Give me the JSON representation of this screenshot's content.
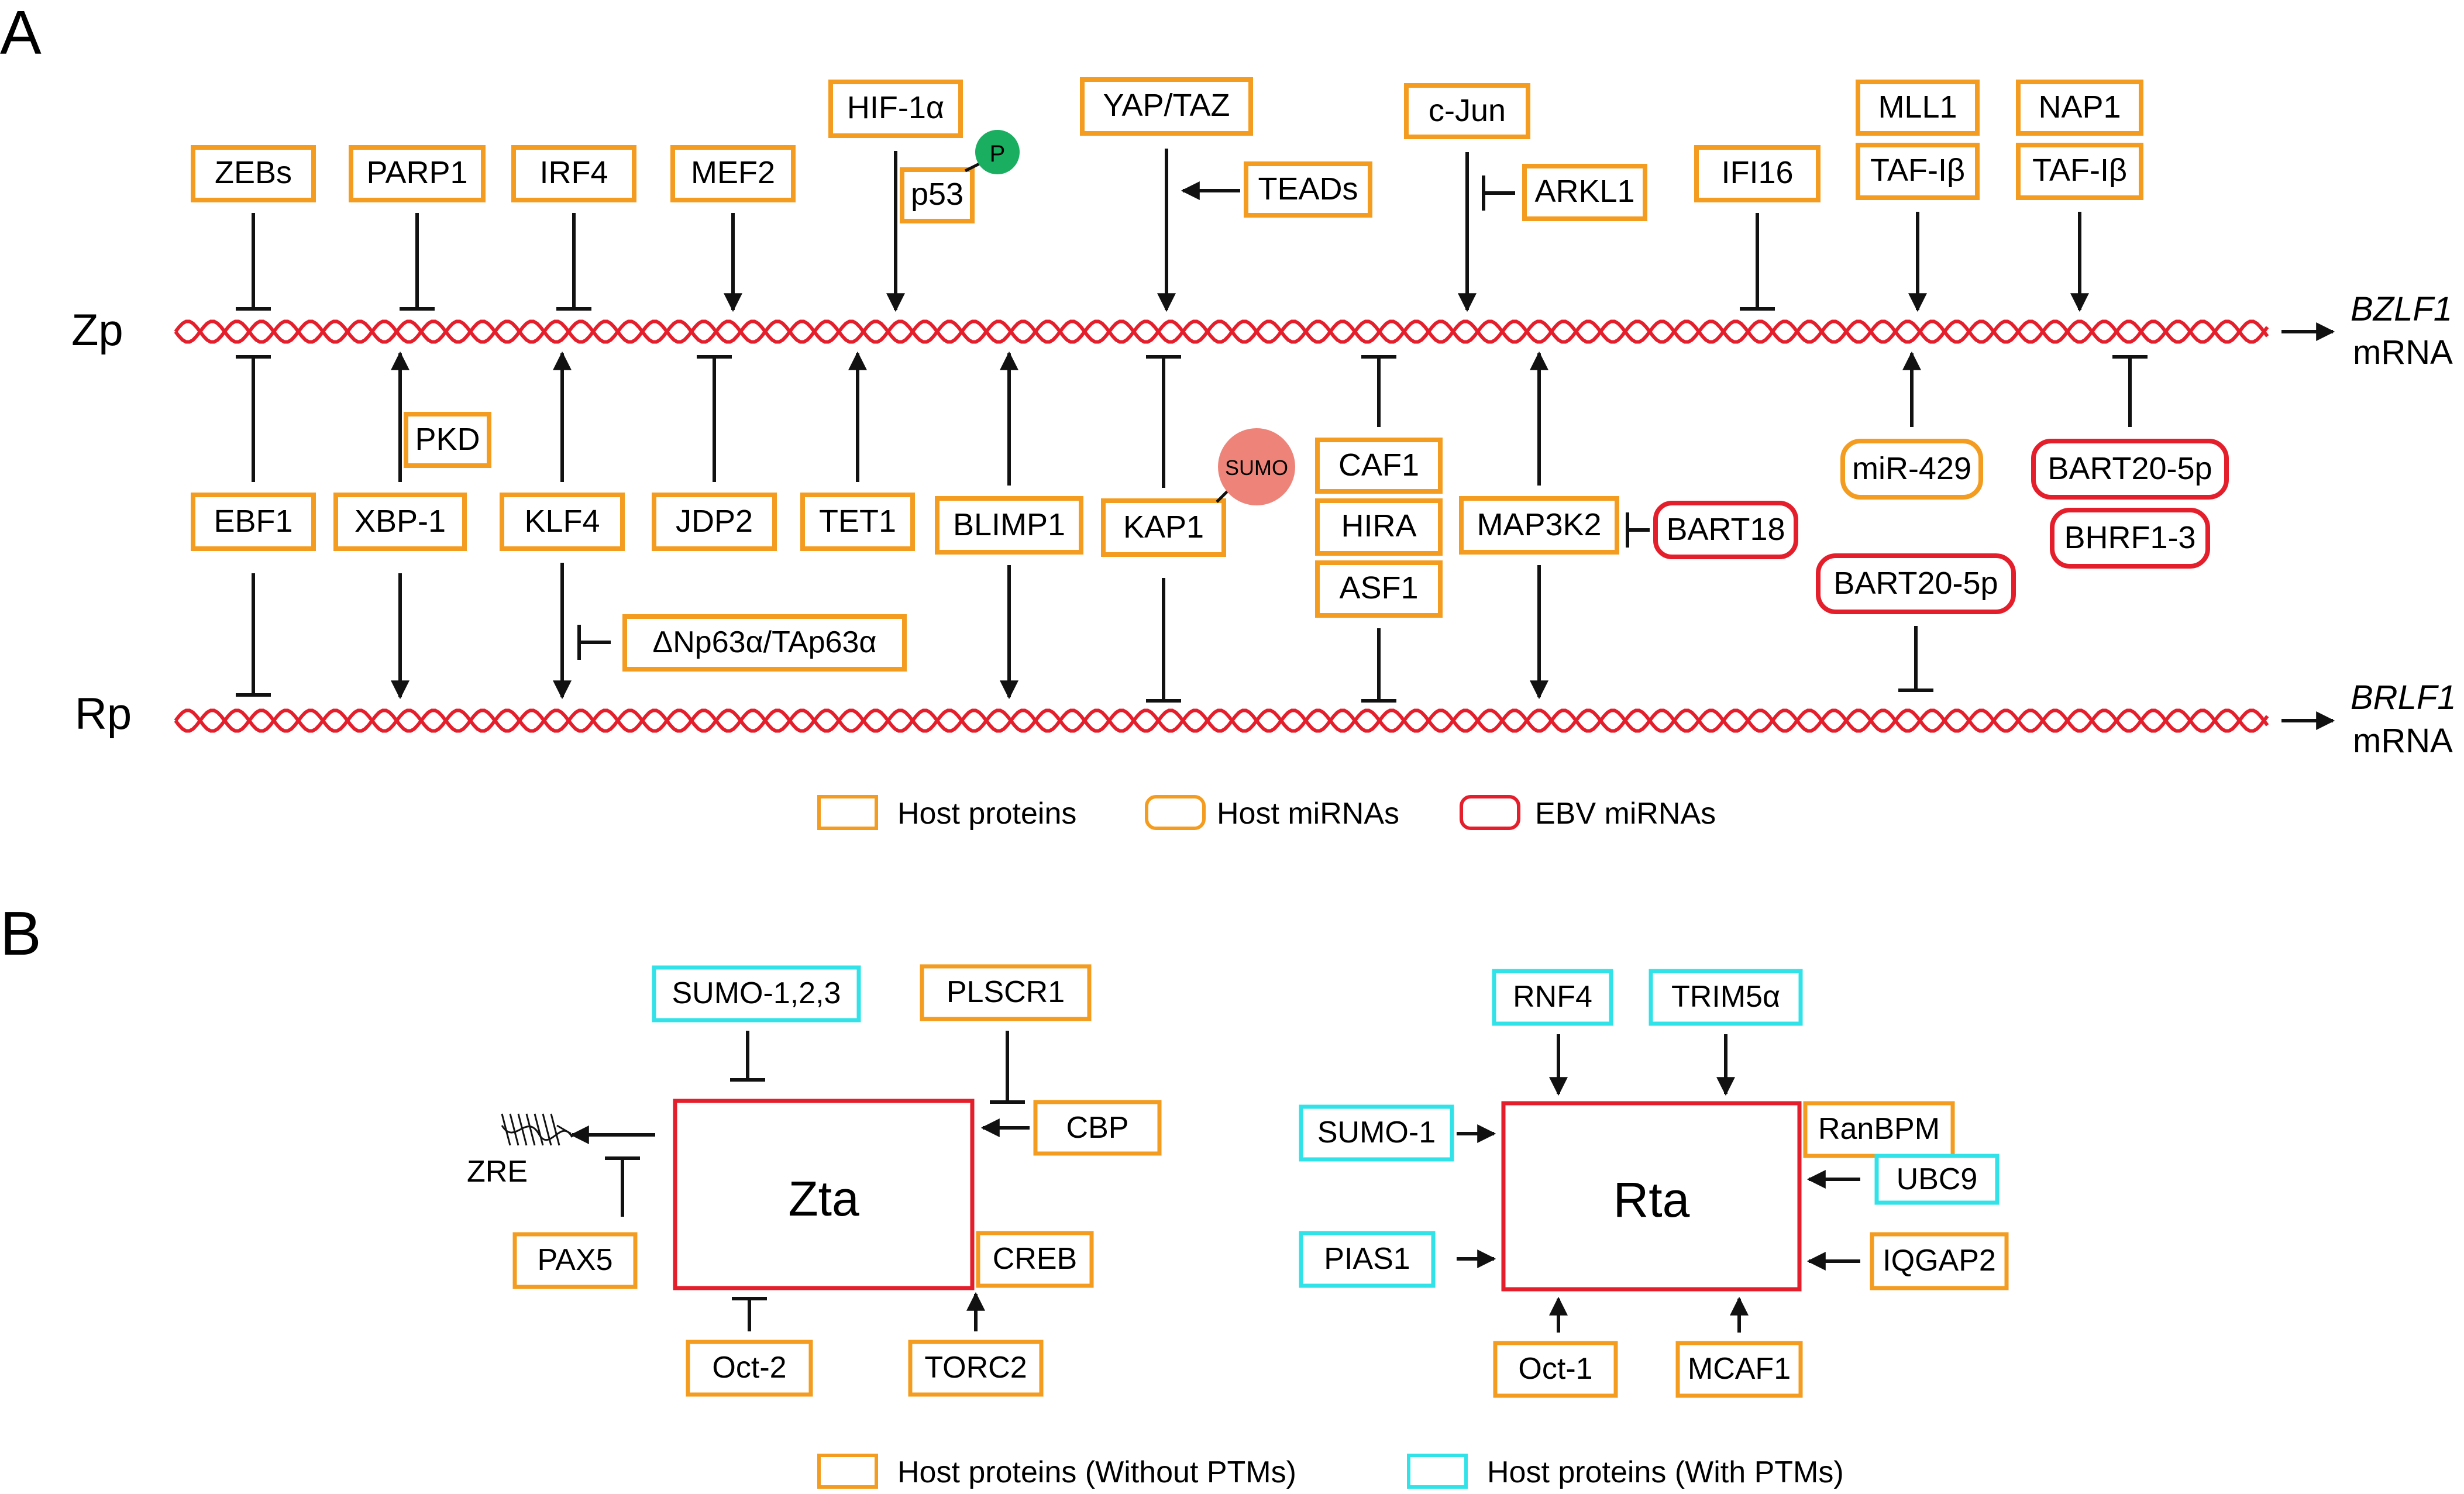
{
  "colors": {
    "host_protein": "#F39C1F",
    "host_mirna": "#F39C1F",
    "ebv_mirna": "#E41E2B",
    "ptm_protein": "#31E3E8",
    "dna": "#E41E2B",
    "phospho": "#1AAE60",
    "sumo_bubble": "#EE8479",
    "ink": "#111111"
  },
  "panel_a": {
    "label": "A",
    "zp_label": "Zp",
    "rp_label": "Rp",
    "zp_gene": "BZLF1",
    "rp_gene": "BRLF1",
    "mrna": "mRNA",
    "zp_top": [
      "ZEBs",
      "PARP1",
      "IRF4",
      "MEF2",
      "HIF-1α",
      "p53",
      "YAP/TAZ",
      "TEADs",
      "c-Jun",
      "ARKL1",
      "IFI16",
      "MLL1",
      "TAF-Iβ",
      "NAP1",
      "TAF-Iβ"
    ],
    "phospho_label": "P",
    "sumo_label": "SUMO",
    "middle": [
      "EBF1",
      "XBP-1",
      "PKD",
      "KLF4",
      "JDP2",
      "TET1",
      "BLIMP1",
      "KAP1",
      "CAF1",
      "HIRA",
      "ASF1",
      "MAP3K2",
      "BART18",
      "miR-429",
      "BART20-5p",
      "BHRF1-3",
      "BART20-5p"
    ],
    "rp_extra": [
      "ΔNp63α/TAp63α"
    ],
    "legend": [
      "Host proteins",
      "Host miRNAs",
      "EBV miRNAs"
    ]
  },
  "panel_b": {
    "label": "B",
    "zta": "Zta",
    "rta": "Rta",
    "zre": "ZRE",
    "zta_partners": [
      "SUMO-1,2,3",
      "PLSCR1",
      "CBP",
      "PAX5",
      "CREB",
      "Oct-2",
      "TORC2"
    ],
    "rta_partners": [
      "RNF4",
      "TRIM5α",
      "SUMO-1",
      "RanBPM",
      "UBC9",
      "PIAS1",
      "IQGAP2",
      "Oct-1",
      "MCAF1"
    ],
    "legend": [
      "Host proteins (Without PTMs)",
      "Host proteins (With PTMs)"
    ]
  }
}
